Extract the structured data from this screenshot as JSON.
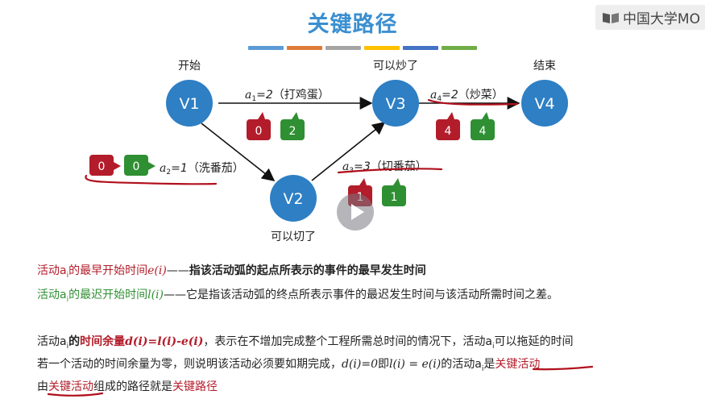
{
  "title": "关键路径",
  "brand": "中国大学MO",
  "color_bar": [
    "#5b9bd5",
    "#e07b39",
    "#a5a5a5",
    "#ffc000",
    "#4472c4",
    "#70ad47"
  ],
  "nodes": {
    "v1": {
      "label": "V1",
      "caption": "开始"
    },
    "v2": {
      "label": "V2",
      "caption": "可以切了"
    },
    "v3": {
      "label": "V3",
      "caption": "可以炒了"
    },
    "v4": {
      "label": "V4",
      "caption": "结束"
    }
  },
  "edges": {
    "a1": {
      "var": "a",
      "sub": "1",
      "value": "=2",
      "name": "（打鸡蛋）",
      "early": "0",
      "late": "2"
    },
    "a2": {
      "var": "a",
      "sub": "2",
      "value": "=1",
      "name": "（洗番茄）",
      "early": "0",
      "late": "0"
    },
    "a3": {
      "var": "a",
      "sub": "3",
      "value": "=3",
      "name": "（切番茄）",
      "early": "1",
      "late": "1"
    },
    "a4": {
      "var": "a",
      "sub": "4",
      "value": "=2",
      "name": "（炒菜）",
      "early": "4",
      "late": "4"
    }
  },
  "colors": {
    "node": "#2e7fc4",
    "early_tag": "#b31c2a",
    "late_tag": "#2f8f33",
    "annotation": "#b0101c"
  },
  "definitions": {
    "line1": {
      "term_prefix": "活动a",
      "term_sub": "i",
      "term_rest": "的最早开始时间",
      "term_math": "e(i)",
      "dash": "——",
      "desc": "指该活动弧的起点所表示的事件的最早发生时间"
    },
    "line2": {
      "term_prefix": "活动a",
      "term_sub": "i",
      "term_rest": "的最迟开始时间",
      "term_math": "l(i)",
      "dash": "——",
      "desc": "它是指该活动弧的终点所表示事件的最迟发生时间与该活动所需时间之差。"
    },
    "line3": {
      "prefix": "活动a",
      "sub": "i",
      "mid": "的",
      "term": "时间余量",
      "formula": "d(i)=l(i)-e(i)",
      "desc": "，表示在不增加完成整个工程所需总时间的情况下，活动a",
      "desc_sub": "i",
      "desc_end": "可以拖延的时间"
    },
    "line4": {
      "text": "若一个活动的时间余量为零，则说明该活动必须要如期完成，",
      "formula1": "d(i)=0",
      "mid": "即",
      "formula2": "l(i) = e(i)",
      "mid2": "的活动a",
      "sub": "i",
      "mid3": "是",
      "term": "关键活动"
    },
    "line5": {
      "prefix": "由",
      "term1": "关键活动",
      "mid": "组成的路径就是",
      "term2": "关键路径"
    }
  }
}
